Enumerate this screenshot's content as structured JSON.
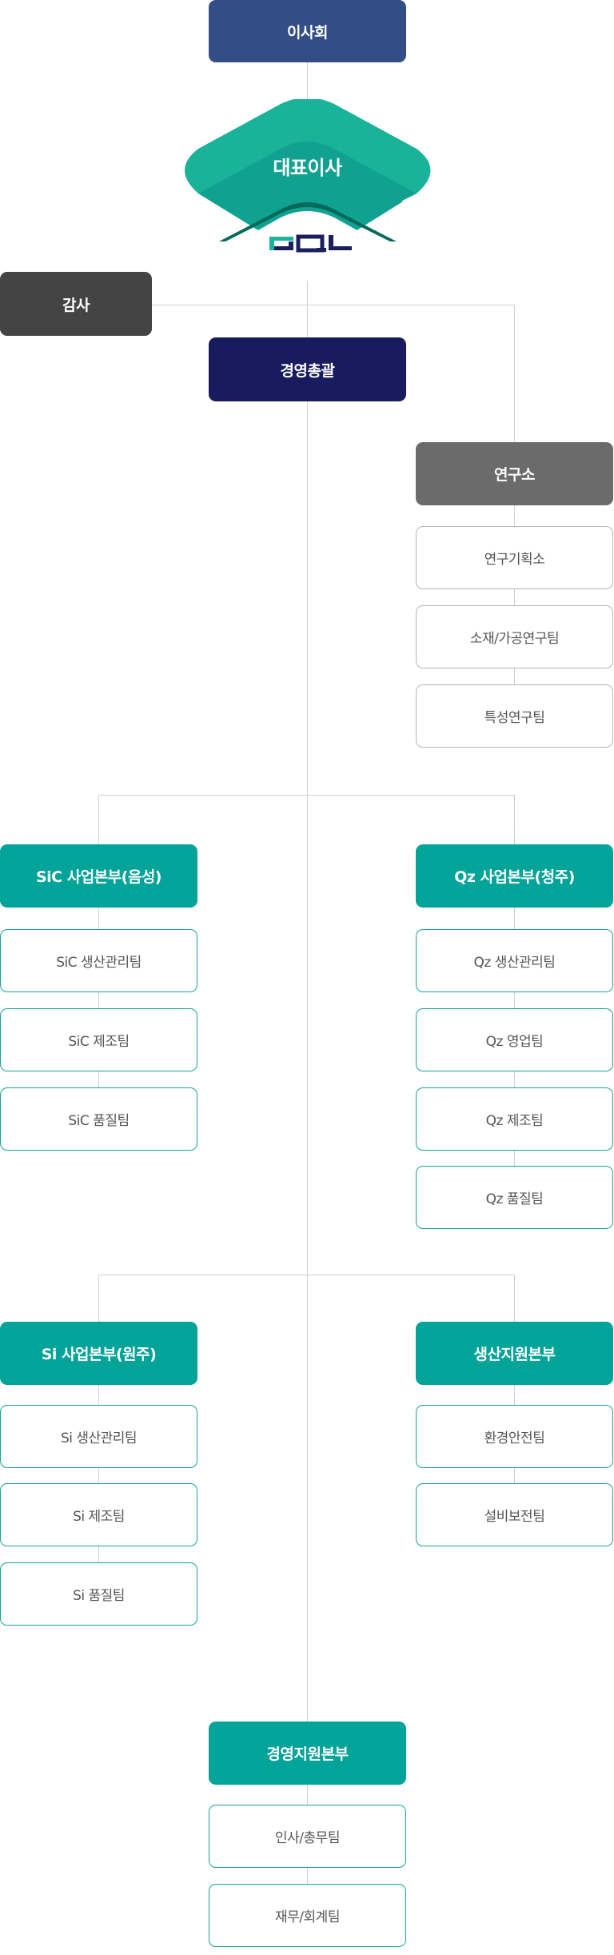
{
  "colors": {
    "board": "#334d87",
    "ceo": "#1ab39a",
    "audit": "#444444",
    "general": "#181b5e",
    "lab": "#6b6b6b",
    "division": "#02a398"
  },
  "board": "이사회",
  "ceo": "대표이사",
  "logo": "GQL",
  "audit": "감사",
  "general_manager": "경영총괄",
  "lab": {
    "title": "연구소",
    "teams": [
      "연구기획소",
      "소재/가공연구팀",
      "특성연구팀"
    ]
  },
  "sic": {
    "title": "SiC 사업본부(음성)",
    "teams": [
      "SiC 생산관리팀",
      "SiC 제조팀",
      "SiC 품질팀"
    ]
  },
  "qz": {
    "title": "Qz 사업본부(청주)",
    "teams": [
      "Qz 생산관리팀",
      "Qz 영업팀",
      "Qz 제조팀",
      "Qz 품질팀"
    ]
  },
  "si": {
    "title": "Si 사업본부(원주)",
    "teams": [
      "Si 생산관리팀",
      "Si 제조팀",
      "Si 품질팀"
    ]
  },
  "production_support": {
    "title": "생산지원본부",
    "teams": [
      "환경안전팀",
      "설비보전팀"
    ]
  },
  "management_support": {
    "title": "경영지원본부",
    "teams": [
      "인사/총무팀",
      "재무/회계팀"
    ]
  }
}
